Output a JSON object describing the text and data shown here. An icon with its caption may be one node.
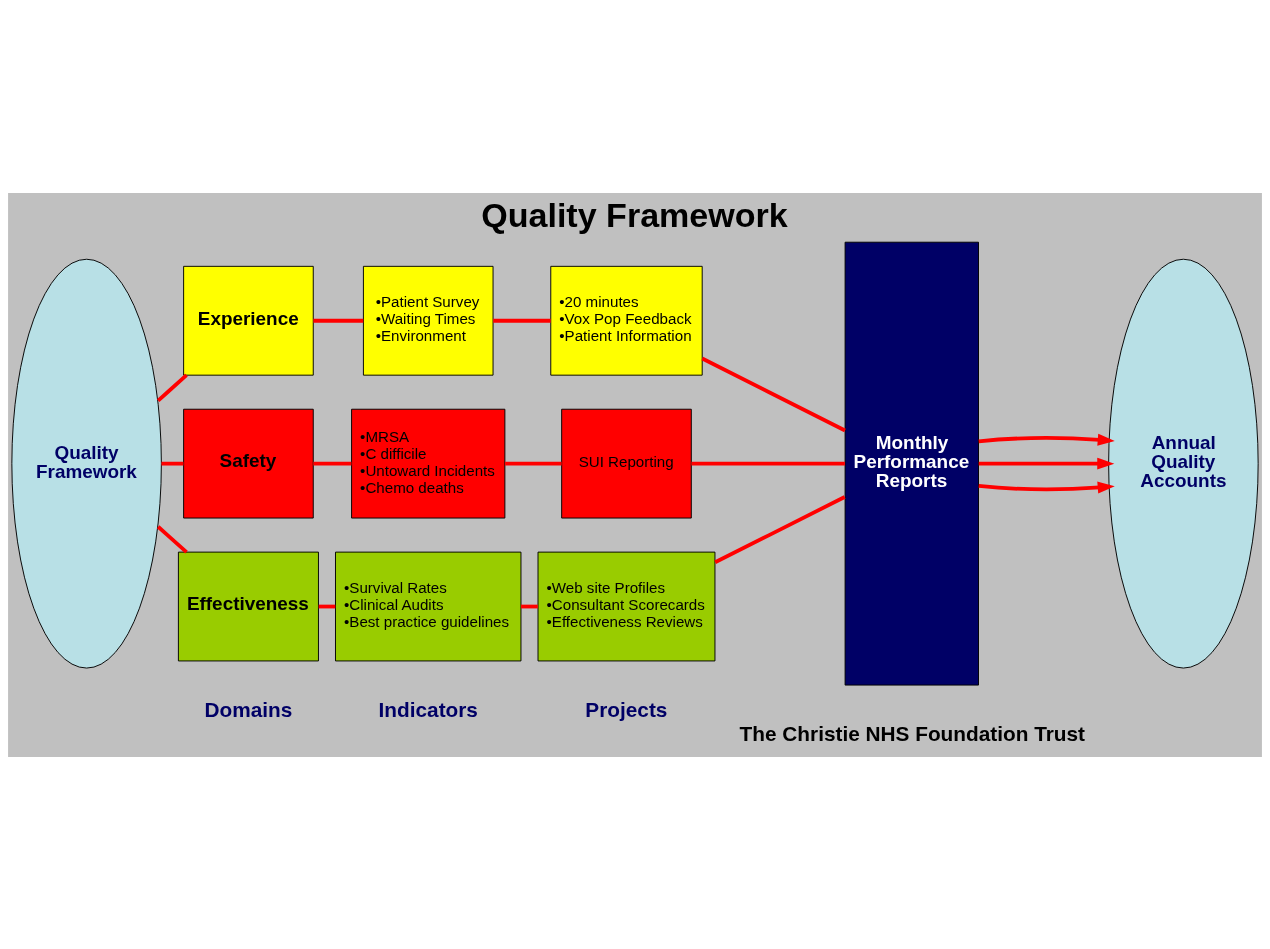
{
  "diagram": {
    "title": "Quality Framework",
    "nodes": [
      {
        "text": [
          "Quality Framework"
        ]
      },
      {
        "text": [
          "Experience"
        ]
      },
      {
        "text": [
          "•Patient Survey",
          "•Waiting Times",
          "•Environment"
        ]
      },
      {
        "text": [
          "•20 minutes",
          "•Vox Pop Feedback",
          "•Patient Information"
        ]
      },
      {
        "text": [
          "Safety"
        ]
      },
      {
        "text": [
          "•MRSA",
          "•C difficile",
          "•Untoward Incidents",
          "•Chemo deaths"
        ]
      },
      {
        "text": [
          "SUI Reporting"
        ]
      },
      {
        "text": [
          "Effectiveness"
        ]
      },
      {
        "text": [
          "•Survival Rates",
          "•Clinical Audits",
          "•Best practice guidelines"
        ]
      },
      {
        "text": [
          "•Web site Profiles",
          "•Consultant Scorecards",
          "•Effectiveness Reviews"
        ]
      },
      {
        "text": [
          "Monthly Performance Reports"
        ]
      },
      {
        "text": [
          "Annual Quality Accounts"
        ]
      }
    ],
    "edges": [
      {
        "from": 0,
        "to": 1,
        "arrow": "none"
      },
      {
        "from": 1,
        "to": 2,
        "arrow": "none"
      },
      {
        "from": 2,
        "to": 3,
        "arrow": "none"
      },
      {
        "from": 3,
        "to": 10,
        "arrow": "none"
      },
      {
        "from": 10,
        "to": 11,
        "arrow": "to"
      },
      {
        "from": 0,
        "to": 4,
        "arrow": "none"
      },
      {
        "from": 4,
        "to": 5,
        "arrow": "none"
      },
      {
        "from": 5,
        "to": 6,
        "arrow": "none"
      },
      {
        "from": 6,
        "to": 10,
        "arrow": "none"
      },
      {
        "from": 10,
        "to": 11,
        "arrow": "to"
      },
      {
        "from": 0,
        "to": 7,
        "arrow": "none"
      },
      {
        "from": 7,
        "to": 8,
        "arrow": "none"
      },
      {
        "from": 8,
        "to": 9,
        "arrow": "none"
      },
      {
        "from": 9,
        "to": 10,
        "arrow": "none"
      },
      {
        "from": 10,
        "to": 11,
        "arrow": "to"
      }
    ],
    "labels": [
      "Domains",
      "Indicators",
      "Projects",
      "The Christie NHS Foundation Trust"
    ]
  }
}
